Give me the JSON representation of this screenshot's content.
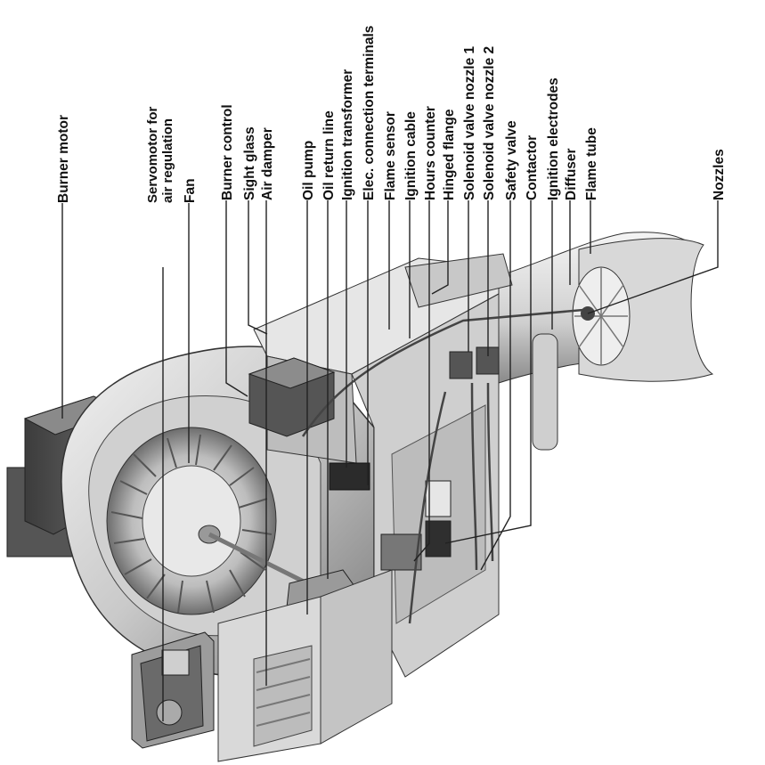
{
  "labels": {
    "burner_motor": "Burner motor",
    "servomotor_line1": "Servomotor for",
    "servomotor_line2": "air regulation",
    "fan": "Fan",
    "burner_control": "Burner control",
    "sight_glass": "Sight glass",
    "air_damper": "Air damper",
    "oil_pump": "Oil pump",
    "oil_return_line": "Oil return line",
    "ignition_transformer": "Ignition transformer",
    "elec_connection_terminals": "Elec. connection terminals",
    "flame_sensor": "Flame sensor",
    "ignition_cable": "Ignition cable",
    "hours_counter": "Hours counter",
    "hinged_flange": "Hinged flange",
    "solenoid_valve_nozzle_1": "Solenoid valve nozzle 1",
    "solenoid_valve_nozzle_2": "Solenoid valve nozzle 2",
    "safety_valve": "Safety valve",
    "contactor": "Contactor",
    "ignition_electrodes": "Ignition electrodes",
    "diffuser": "Diffuser",
    "flame_tube": "Flame tube",
    "nozzles": "Nozzles"
  },
  "colors": {
    "body_light": "#e4e4e4",
    "body_mid": "#b8b8b8",
    "body_dark": "#6a6a6a",
    "ink": "#111111"
  }
}
